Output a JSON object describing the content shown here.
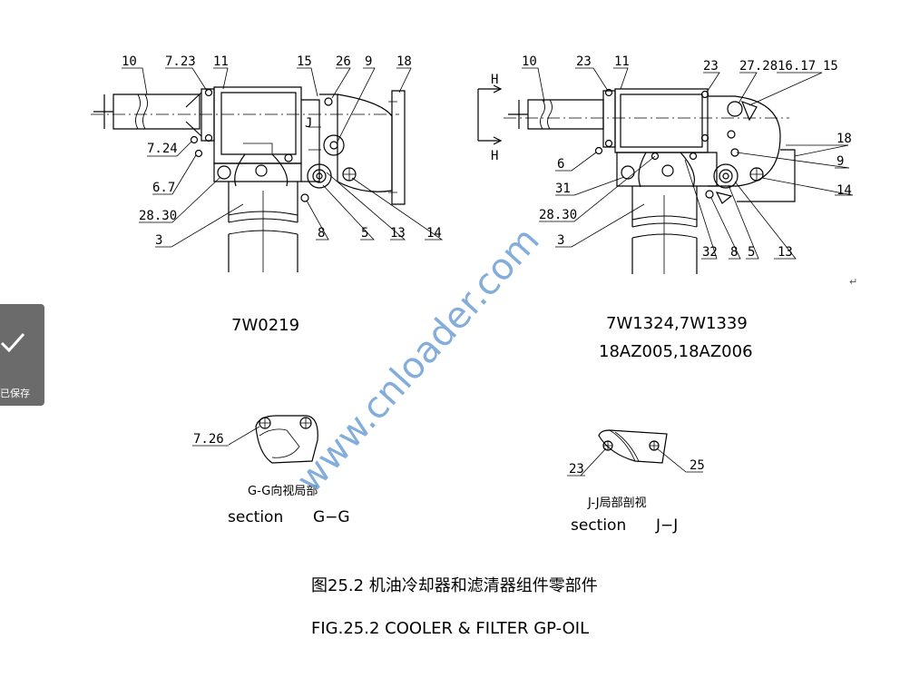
{
  "left_view": {
    "labels": [
      "10",
      "7.23",
      "11",
      "15",
      "26",
      "9",
      "18",
      "7.24",
      "6.7",
      "28.30",
      "3",
      "8",
      "5",
      "13",
      "14"
    ],
    "model": "7W0219"
  },
  "right_view": {
    "labels": [
      "10",
      "23",
      "11",
      "23",
      "27.28",
      "16.17",
      "15",
      "18",
      "9",
      "14",
      "6",
      "31",
      "28.30",
      "3",
      "32",
      "8",
      "5",
      "13"
    ],
    "section_mark": "H",
    "models_line1": "7W1324,7W1339",
    "models_line2": "18AZ005,18AZ006"
  },
  "section_gg": {
    "label": "7.26",
    "title_cn": "G-G向视局部",
    "title_en": "section",
    "title_code": "G−G"
  },
  "section_jj": {
    "labels": [
      "23",
      "25"
    ],
    "title_cn": "J-J局部剖视",
    "title_en": "section",
    "title_code": "J−J"
  },
  "caption": {
    "cn": "图25.2  机油冷却器和滤清器组件零部件",
    "en": "FIG.25.2  COOLER & FILTER GP-OIL"
  },
  "watermark": "www.cnloader.com",
  "save_badge": {
    "label": "已保存",
    "icon": "checkmark-icon"
  },
  "return_mark": "↵",
  "jj_marker": "J"
}
